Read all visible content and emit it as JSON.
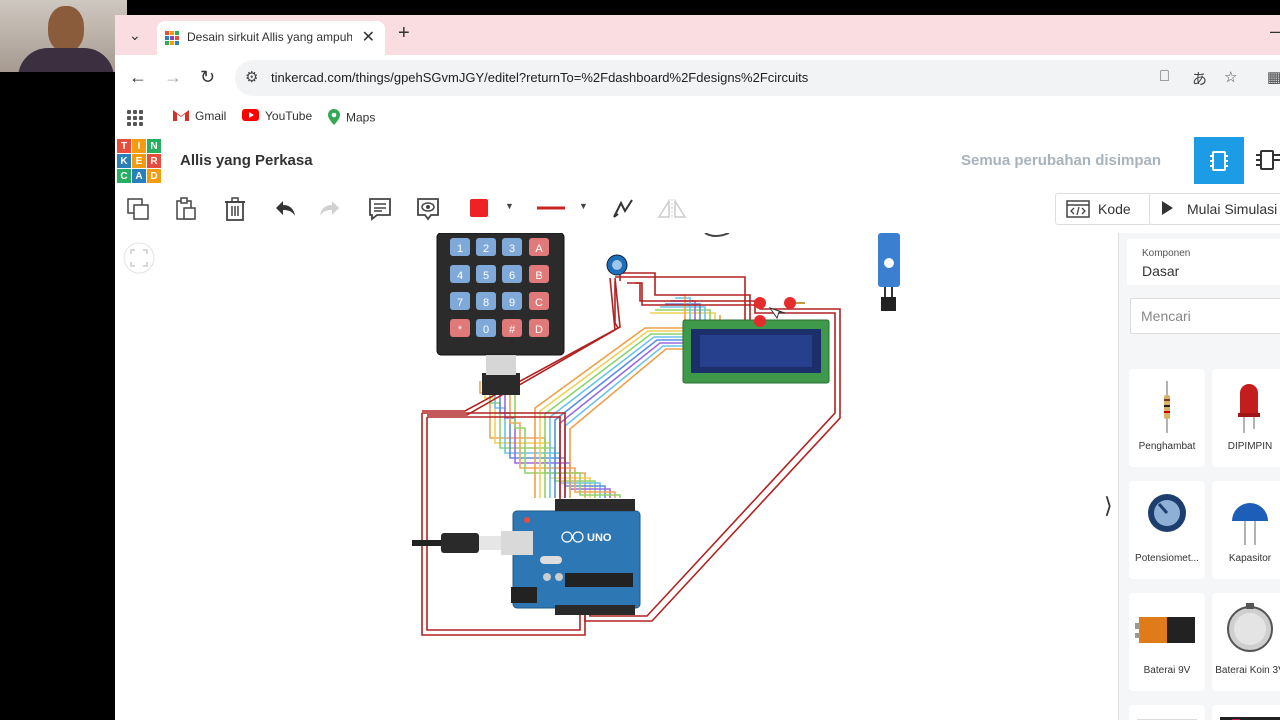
{
  "tab": {
    "title": "Desain sirkuit Allis yang ampuh"
  },
  "address": {
    "url": "tinkercad.com/things/gpehSGvmJGY/editel?returnTo=%2Fdashboard%2Fdesigns%2Fcircuits"
  },
  "bookmarks": [
    {
      "label": "Gmail",
      "icon": "gmail-icon"
    },
    {
      "label": "YouTube",
      "icon": "youtube-icon"
    },
    {
      "label": "Maps",
      "icon": "maps-icon"
    }
  ],
  "app": {
    "logo_letters": [
      "T",
      "I",
      "N",
      "K",
      "E",
      "R",
      "C",
      "A",
      "D"
    ],
    "design_title": "Allis yang Perkasa",
    "save_status": "Semua perubahan disimpan"
  },
  "toolbar": {
    "code_label": "Kode",
    "start_sim_label": "Mulai Simulasi",
    "selected_color": "#ee2222"
  },
  "keypad": {
    "keys": [
      "1",
      "2",
      "3",
      "A",
      "4",
      "5",
      "6",
      "B",
      "7",
      "8",
      "9",
      "C",
      "*",
      "0",
      "#",
      "D"
    ]
  },
  "arduino": {
    "label": "UNO"
  },
  "panel": {
    "components_label": "Komponen",
    "components_value": "Dasar",
    "search_placeholder": "Mencari",
    "items": [
      "Penghambat",
      "DIPIMPIN",
      "Potensiomet...",
      "Kapasitor",
      "Baterai 9V",
      "Baterai Koin 3V"
    ]
  },
  "colors": {
    "accent": "#1b9ce5",
    "tab_strip": "#fadde0",
    "wire_red": "#b22222"
  }
}
